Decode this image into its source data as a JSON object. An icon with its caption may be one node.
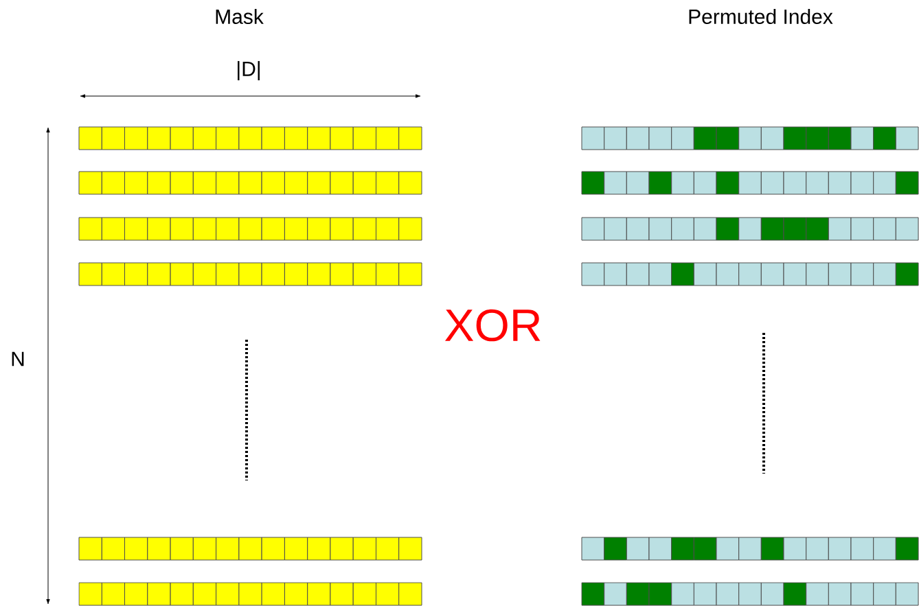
{
  "diagram": {
    "labels": [
      "Mask",
      "Permuted Index",
      "|D|",
      "N",
      "XOR"
    ]
  }
}
